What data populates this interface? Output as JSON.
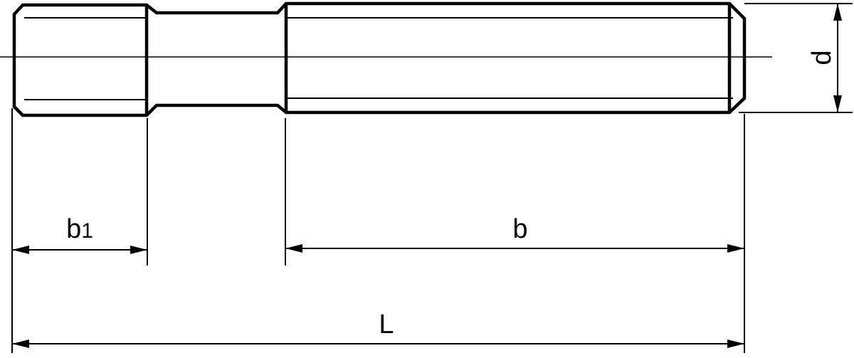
{
  "labels": {
    "b1_main": "b",
    "b1_sub": "1",
    "b": "b",
    "L": "L",
    "d": "d"
  },
  "colors": {
    "line": "#000000",
    "background": "#ffffff"
  }
}
